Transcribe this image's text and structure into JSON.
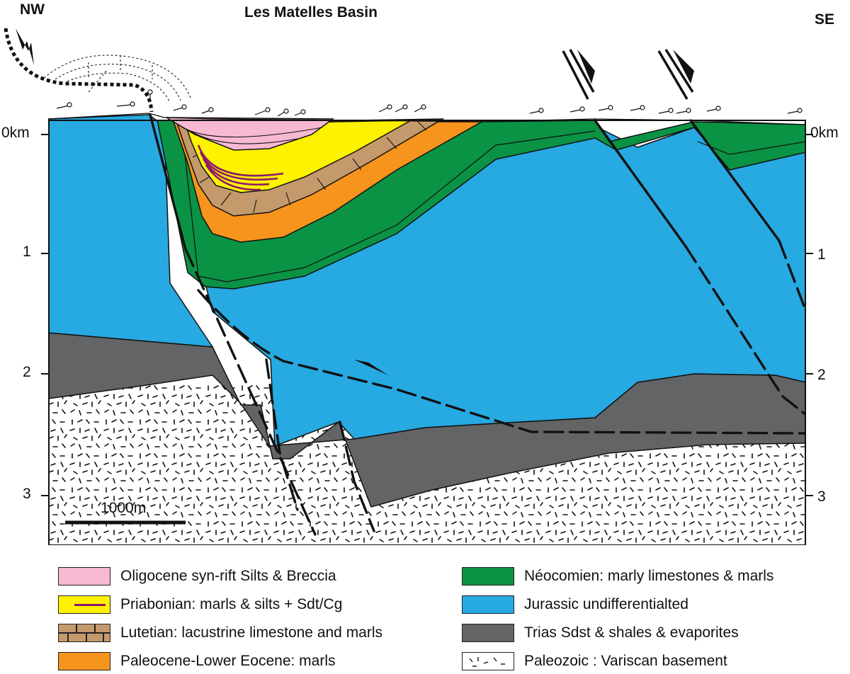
{
  "title": "Les Matelles Basin",
  "orientation": {
    "left": "NW",
    "right": "SE"
  },
  "depth_axis": {
    "left_ticks": [
      "0km",
      "1",
      "2",
      "3"
    ],
    "right_ticks": [
      "0km",
      "1",
      "2",
      "3"
    ]
  },
  "scale_bar": {
    "label": "1000m"
  },
  "colors": {
    "oligocene": "#f7b8d2",
    "priabonian": "#fff200",
    "lutetian": "#c49a6c",
    "paleocene": "#f7941d",
    "neocomien": "#0a9344",
    "jurassic": "#27a9e1",
    "trias": "#636466",
    "paleozoic": "#ffffff"
  },
  "legend": [
    {
      "id": "oligocene",
      "label": "Oligocene syn-rift Silts & Breccia"
    },
    {
      "id": "priabonian",
      "label": "Priabonian: marls & silts + Sdt/Cg"
    },
    {
      "id": "lutetian",
      "label": "Lutetian: lacustrine limestone and marls"
    },
    {
      "id": "paleocene",
      "label": "Paleocene-Lower Eocene: marls"
    },
    {
      "id": "neocomien",
      "label": "Néocomien: marly limestones & marls"
    },
    {
      "id": "jurassic",
      "label": "Jurassic undifferentialted"
    },
    {
      "id": "trias",
      "label": "Trias Sdst & shales & evaporites"
    },
    {
      "id": "paleozoic",
      "label": "Paleozoic : Variscan basement"
    }
  ]
}
